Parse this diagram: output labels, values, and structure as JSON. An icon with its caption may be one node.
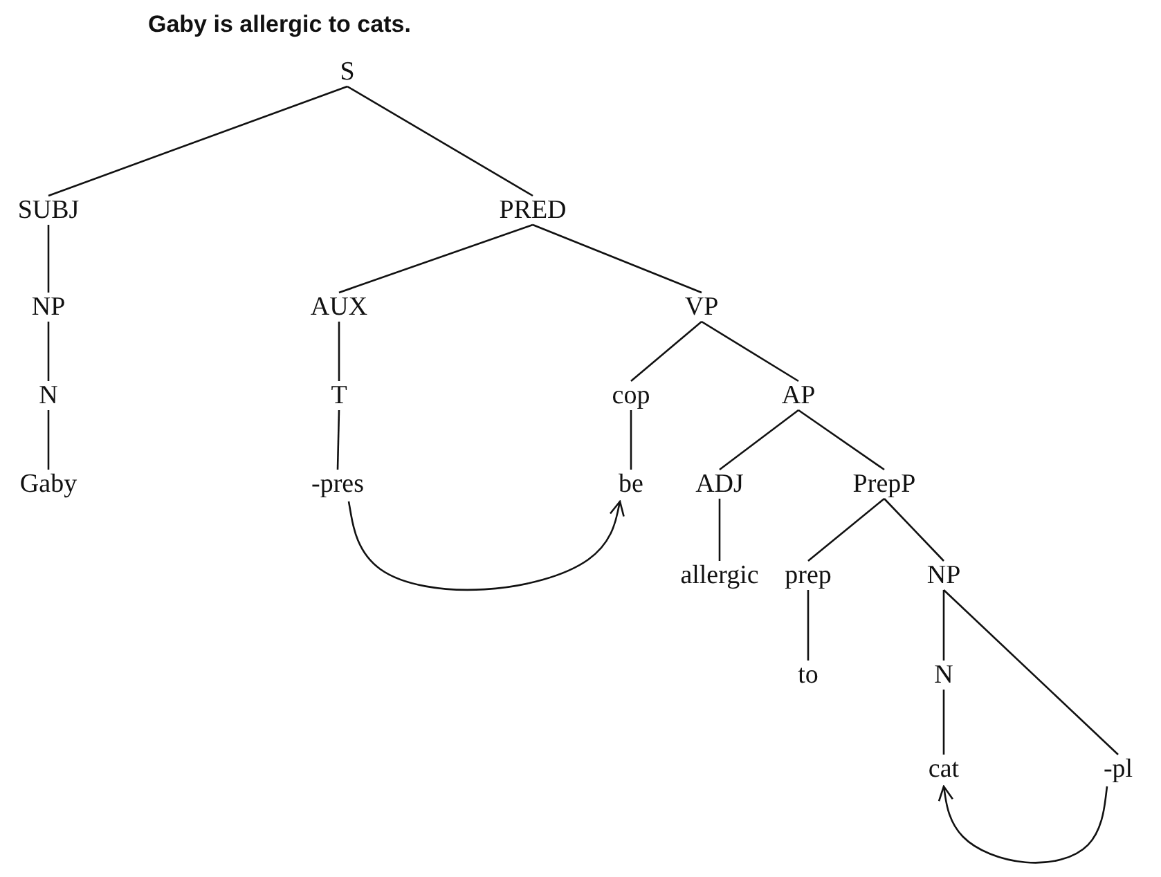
{
  "diagram": {
    "title": "Gaby is allergic to cats.",
    "nodes": [
      {
        "text": [
          "S"
        ]
      },
      {
        "text": [
          "SUBJ"
        ]
      },
      {
        "text": [
          "PRED"
        ]
      },
      {
        "text": [
          "NP"
        ]
      },
      {
        "text": [
          "AUX"
        ]
      },
      {
        "text": [
          "VP"
        ]
      },
      {
        "text": [
          "N"
        ]
      },
      {
        "text": [
          "T"
        ]
      },
      {
        "text": [
          "cop"
        ]
      },
      {
        "text": [
          "AP"
        ]
      },
      {
        "text": [
          "Gaby"
        ]
      },
      {
        "text": [
          "-pres"
        ]
      },
      {
        "text": [
          "be"
        ]
      },
      {
        "text": [
          "ADJ"
        ]
      },
      {
        "text": [
          "PrepP"
        ]
      },
      {
        "text": [
          "allergic"
        ]
      },
      {
        "text": [
          "prep"
        ]
      },
      {
        "text": [
          "NP"
        ]
      },
      {
        "text": [
          "to"
        ]
      },
      {
        "text": [
          "N"
        ]
      },
      {
        "text": [
          "cat"
        ]
      },
      {
        "text": [
          "-pl"
        ]
      }
    ],
    "edges": [
      {
        "from": 0,
        "to": 1,
        "arrow": "none"
      },
      {
        "from": 0,
        "to": 2,
        "arrow": "none"
      },
      {
        "from": 1,
        "to": 3,
        "arrow": "none"
      },
      {
        "from": 3,
        "to": 6,
        "arrow": "none"
      },
      {
        "from": 6,
        "to": 10,
        "arrow": "none"
      },
      {
        "from": 2,
        "to": 4,
        "arrow": "none"
      },
      {
        "from": 2,
        "to": 5,
        "arrow": "none"
      },
      {
        "from": 4,
        "to": 7,
        "arrow": "none"
      },
      {
        "from": 7,
        "to": 11,
        "arrow": "none"
      },
      {
        "from": 5,
        "to": 8,
        "arrow": "none"
      },
      {
        "from": 5,
        "to": 9,
        "arrow": "none"
      },
      {
        "from": 8,
        "to": 12,
        "arrow": "none"
      },
      {
        "from": 9,
        "to": 13,
        "arrow": "none"
      },
      {
        "from": 9,
        "to": 14,
        "arrow": "none"
      },
      {
        "from": 13,
        "to": 15,
        "arrow": "none"
      },
      {
        "from": 14,
        "to": 16,
        "arrow": "none"
      },
      {
        "from": 14,
        "to": 17,
        "arrow": "none"
      },
      {
        "from": 16,
        "to": 18,
        "arrow": "none"
      },
      {
        "from": 17,
        "to": 19,
        "arrow": "none"
      },
      {
        "from": 19,
        "to": 20,
        "arrow": "none"
      },
      {
        "from": 17,
        "to": 21,
        "arrow": "none"
      },
      {
        "from": 11,
        "to": 12,
        "arrow": "to"
      },
      {
        "from": 21,
        "to": 20,
        "arrow": "to"
      }
    ]
  }
}
